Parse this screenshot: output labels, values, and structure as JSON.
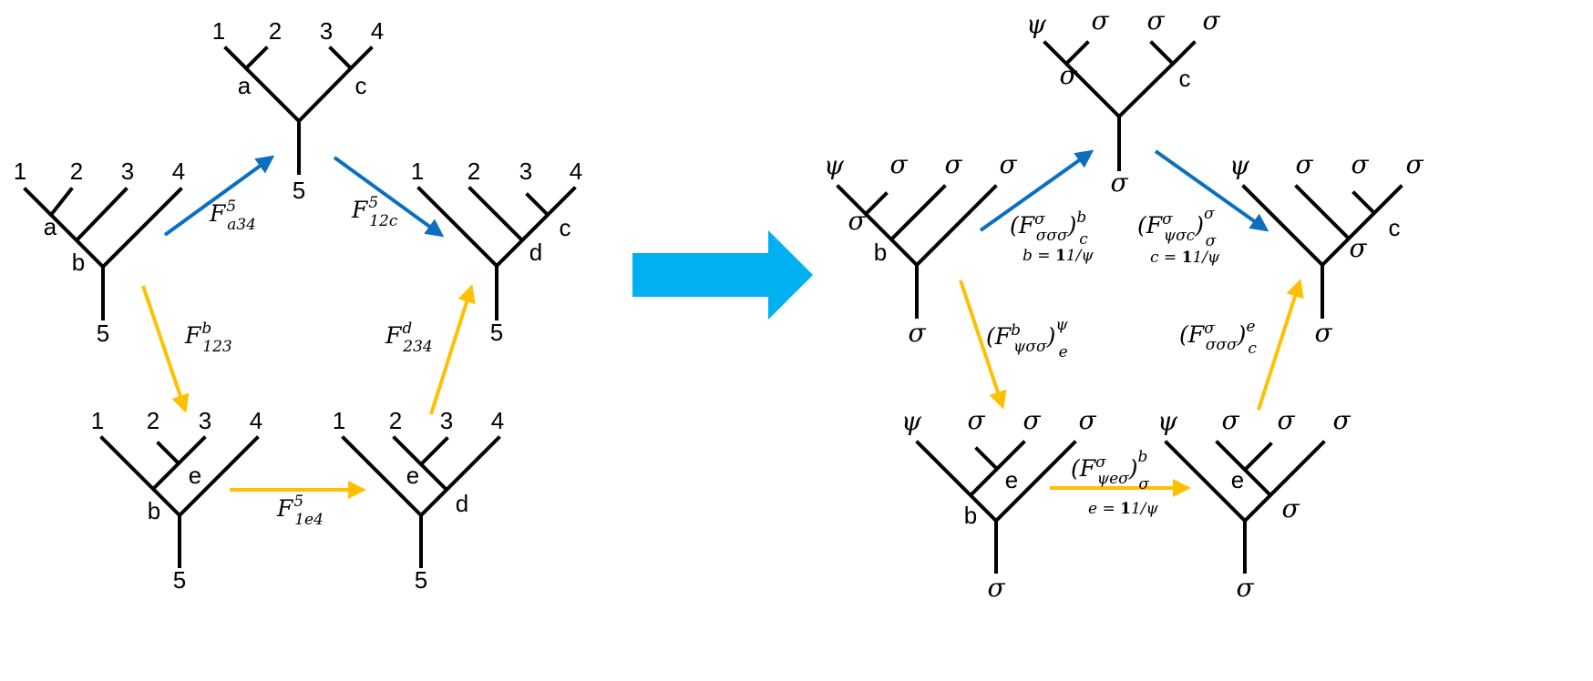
{
  "colors": {
    "blue": "#0B6FBF",
    "yellow": "#FFC000",
    "big_arrow": "#00B0F0",
    "tree": "#000000"
  },
  "left": {
    "t_top": {
      "leaves": [
        "1",
        "2",
        "3",
        "4"
      ],
      "inner": [
        "a",
        "c"
      ],
      "root": "5"
    },
    "t_ul": {
      "leaves": [
        "1",
        "2",
        "3",
        "4"
      ],
      "inner": [
        "a",
        "b"
      ],
      "root": "5"
    },
    "t_ur": {
      "leaves": [
        "1",
        "2",
        "3",
        "4"
      ],
      "inner": [
        "c",
        "d"
      ],
      "root": "5"
    },
    "t_ll": {
      "leaves": [
        "1",
        "2",
        "3",
        "4"
      ],
      "inner": [
        "e",
        "b"
      ],
      "root": "5"
    },
    "t_lr": {
      "leaves": [
        "1",
        "2",
        "3",
        "4"
      ],
      "inner": [
        "e",
        "d"
      ],
      "root": "5"
    },
    "moves": {
      "m1": {
        "base": "F",
        "sub": "a34",
        "sup": "5"
      },
      "m2": {
        "base": "F",
        "sub": "12c",
        "sup": "5"
      },
      "m3": {
        "base": "F",
        "sub": "123",
        "sup": "b"
      },
      "m4": {
        "base": "F",
        "sub": "234",
        "sup": "d"
      },
      "m5": {
        "base": "F",
        "sub": "1e4",
        "sup": "5"
      }
    }
  },
  "right": {
    "t_top": {
      "leaves": [
        "ψ",
        "σ",
        "σ",
        "σ"
      ],
      "inner": [
        "σ",
        "c"
      ],
      "root": "σ"
    },
    "t_ul": {
      "leaves": [
        "ψ",
        "σ",
        "σ",
        "σ"
      ],
      "inner": [
        "σ",
        "b"
      ],
      "root": "σ"
    },
    "t_ur": {
      "leaves": [
        "ψ",
        "σ",
        "σ",
        "σ"
      ],
      "inner": [
        "c",
        "σ"
      ],
      "root": "σ"
    },
    "t_ll": {
      "leaves": [
        "ψ",
        "σ",
        "σ",
        "σ"
      ],
      "inner": [
        "e",
        "b"
      ],
      "root": "σ"
    },
    "t_lr": {
      "leaves": [
        "ψ",
        "σ",
        "σ",
        "σ"
      ],
      "inner": [
        "e",
        "σ"
      ],
      "root": "σ"
    },
    "moves": {
      "m1": {
        "open": "(",
        "base": "F",
        "sub": "σσσ",
        "sup": "σ",
        "close": ")",
        "osup": "b",
        "osub": "c",
        "note_var": "b",
        "note_val": "1/ψ"
      },
      "m2": {
        "open": "(",
        "base": "F",
        "sub": "ψσc",
        "sup": "σ",
        "close": ")",
        "osup": "σ",
        "osub": "σ",
        "note_var": "c",
        "note_val": "1/ψ"
      },
      "m3": {
        "open": "(",
        "base": "F",
        "sub": "ψσσ",
        "sup": "b",
        "close": ")",
        "osup": "ψ",
        "osub": "e"
      },
      "m4": {
        "open": "(",
        "base": "F",
        "sub": "σσσ",
        "sup": "σ",
        "close": ")",
        "osup": "e",
        "osub": "c"
      },
      "m5": {
        "open": "(",
        "base": "F",
        "sub": "ψeσ",
        "sup": "σ",
        "close": ")",
        "osup": "b",
        "osub": "σ",
        "note_var": "e",
        "note_val": "1/ψ"
      }
    }
  },
  "note_eq": " = ",
  "note_one": "1"
}
